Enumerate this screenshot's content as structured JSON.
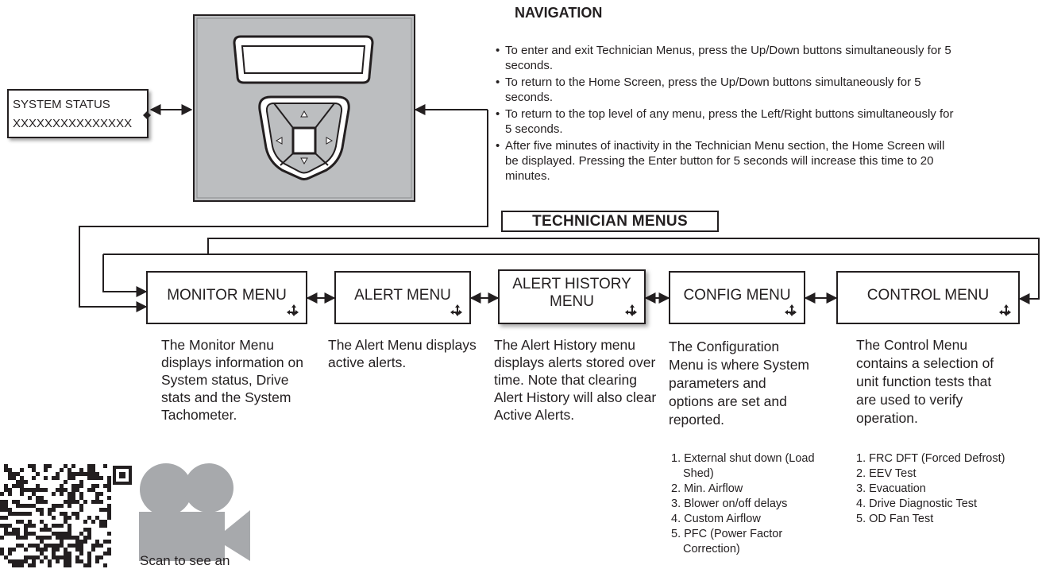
{
  "navigation": {
    "title": "NAVIGATION",
    "bullets": [
      "To enter and exit Technician Menus, press the Up/Down buttons simultaneously for 5 seconds.",
      "To return to the Home Screen, press the Up/Down buttons simultaneously for 5 seconds.",
      "To return to the top level of any menu, press the Left/Right buttons simultaneously for 5 seconds.",
      "After five minutes of inactivity in the Technician Menu section, the Home Screen will be displayed. Pressing the Enter button for 5 seconds will increase this time to 20 minutes."
    ]
  },
  "status_screen": {
    "line1": "SYSTEM STATUS",
    "line2": "XXXXXXXXXXXXXXX"
  },
  "technician": {
    "title": "TECHNICIAN MENUS"
  },
  "menus": {
    "monitor": {
      "label": "MONITOR MENU",
      "description": "The Monitor Menu displays information on System status, Drive stats and the System Tachometer."
    },
    "alert": {
      "label": "ALERT MENU",
      "description": "The Alert Menu displays active alerts."
    },
    "alert_history": {
      "label_line1": "ALERT HISTORY",
      "label_line2": "MENU",
      "description": "The Alert History menu displays alerts stored over time. Note that clearing Alert History will also clear Active Alerts."
    },
    "config": {
      "label": "CONFIG MENU",
      "description": "The Configuration Menu is where System parameters and options are set and reported.",
      "items": [
        "1. External shut down (Load Shed)",
        "2. Min. Airflow",
        "3. Blower on/off delays",
        "4. Custom Airflow",
        "5. PFC (Power Factor Correction)"
      ]
    },
    "control": {
      "label": "CONTROL MENU",
      "description": "The Control Menu contains a selection of unit function tests that are used to verify operation.",
      "items": [
        "1. FRC DFT (Forced Defrost)",
        "2. EEV Test",
        "3. Evacuation",
        "4. Drive Diagnostic Test",
        "5. OD Fan Test"
      ]
    }
  },
  "scan_note": "Scan to see an",
  "colors": {
    "ink": "#231f20",
    "panel_gray": "#bcbec0",
    "camera_gray": "#a7a9ac"
  }
}
